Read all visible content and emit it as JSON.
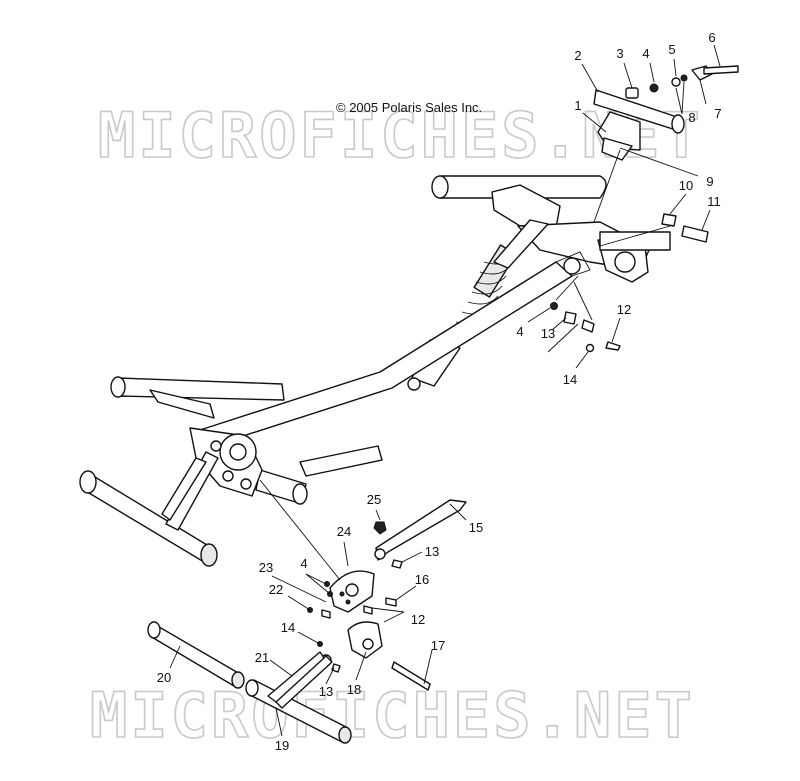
{
  "copyright": "© 2005 Polaris Sales Inc.",
  "watermark_top": "MICROFICHES.NET",
  "watermark_bottom": "MICROFICHES.NET",
  "callouts": [
    "1",
    "2",
    "3",
    "4",
    "5",
    "6",
    "7",
    "8",
    "9",
    "10",
    "11",
    "12",
    "4",
    "13",
    "14",
    "15",
    "13",
    "25",
    "24",
    "23",
    "4",
    "22",
    "16",
    "12",
    "14",
    "17",
    "20",
    "21",
    "13",
    "18",
    "19"
  ]
}
